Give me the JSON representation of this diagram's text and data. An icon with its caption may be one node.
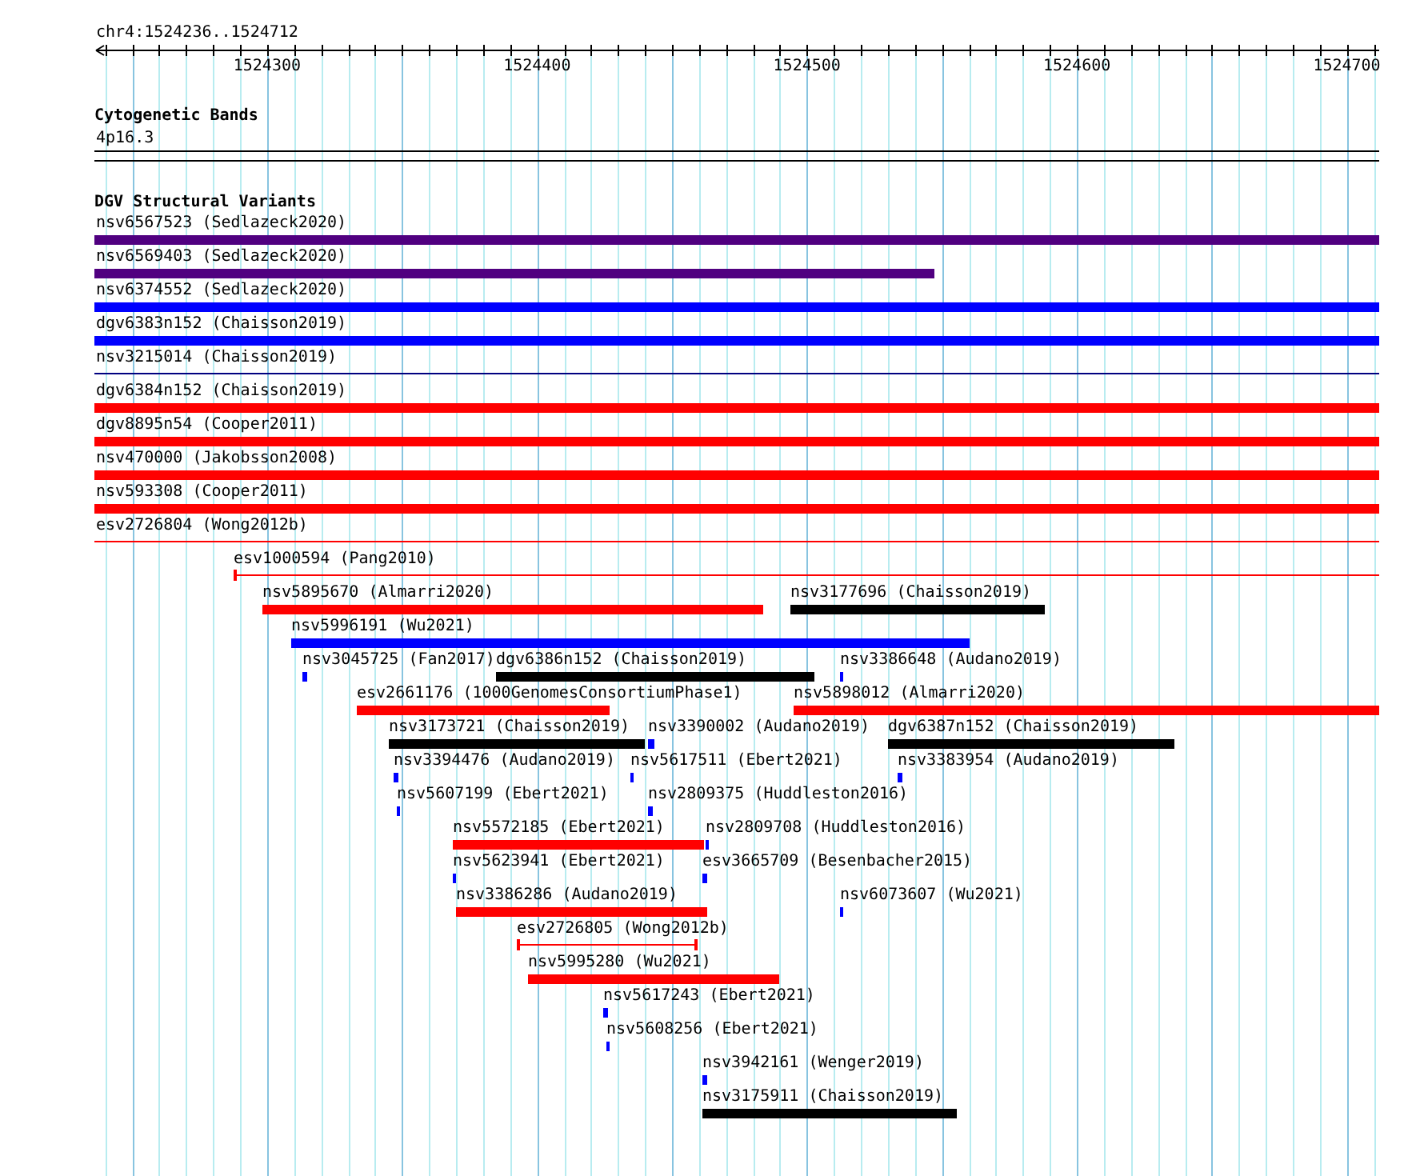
{
  "diagram": {
    "title": "chr4:1524236..1524712",
    "nodes": [
      {
        "text": [
          "nsv6567523 (Sedlazeck2020)"
        ]
      },
      {
        "text": [
          "nsv6569403 (Sedlazeck2020)"
        ]
      },
      {
        "text": [
          "nsv6374552 (Sedlazeck2020)"
        ]
      },
      {
        "text": [
          "dgv6383n152 (Chaisson2019)"
        ]
      },
      {
        "text": [
          "nsv3215014 (Chaisson2019)"
        ]
      },
      {
        "text": [
          "dgv6384n152 (Chaisson2019)"
        ]
      },
      {
        "text": [
          "dgv8895n54 (Cooper2011)"
        ]
      },
      {
        "text": [
          "nsv470000 (Jakobsson2008)"
        ]
      },
      {
        "text": [
          "nsv593308 (Cooper2011)"
        ]
      },
      {
        "text": [
          "esv2726804 (Wong2012b)"
        ]
      },
      {
        "text": [
          "esv1000594 (Pang2010)"
        ]
      },
      {
        "text": [
          "nsv5895670 (Almarri2020)"
        ]
      },
      {
        "text": [
          "nsv3177696 (Chaisson2019)"
        ]
      },
      {
        "text": [
          "nsv5996191 (Wu2021)"
        ]
      },
      {
        "text": [
          "nsv3045725 (Fan2017)"
        ]
      },
      {
        "text": [
          "dgv6386n152 (Chaisson2019)"
        ]
      },
      {
        "text": [
          "nsv3386648 (Audano2019)"
        ]
      },
      {
        "text": [
          "esv2661176 (1000GenomesConsortiumPhase1)"
        ]
      },
      {
        "text": [
          "nsv5898012 (Almarri2020)"
        ]
      },
      {
        "text": [
          "nsv3173721 (Chaisson2019)"
        ]
      },
      {
        "text": [
          "nsv3390002 (Audano2019)"
        ]
      },
      {
        "text": [
          "dgv6387n152 (Chaisson2019)"
        ]
      },
      {
        "text": [
          "nsv3394476 (Audano2019)"
        ]
      },
      {
        "text": [
          "nsv5617511 (Ebert2021)"
        ]
      },
      {
        "text": [
          "nsv3383954 (Audano2019)"
        ]
      },
      {
        "text": [
          "nsv5607199 (Ebert2021)"
        ]
      },
      {
        "text": [
          "nsv2809375 (Huddleston2016)"
        ]
      },
      {
        "text": [
          "nsv5572185 (Ebert2021)"
        ]
      },
      {
        "text": [
          "nsv2809708 (Huddleston2016)"
        ]
      },
      {
        "text": [
          "nsv5623941 (Ebert2021)"
        ]
      },
      {
        "text": [
          "esv3665709 (Besenbacher2015)"
        ]
      },
      {
        "text": [
          "nsv3386286 (Audano2019)"
        ]
      },
      {
        "text": [
          "nsv6073607 (Wu2021)"
        ]
      },
      {
        "text": [
          "esv2726805 (Wong2012b)"
        ]
      },
      {
        "text": [
          "nsv5995280 (Wu2021)"
        ]
      },
      {
        "text": [
          "nsv5617243 (Ebert2021)"
        ]
      },
      {
        "text": [
          "nsv5608256 (Ebert2021)"
        ]
      },
      {
        "text": [
          "nsv3942161 (Wenger2019)"
        ]
      },
      {
        "text": [
          "nsv3175911 (Chaisson2019)"
        ]
      }
    ],
    "labels": [
      "1524300",
      "1524400",
      "1524500",
      "1524600",
      "1524700",
      "Cytogenetic Bands",
      "4p16.3",
      "DGV Structural Variants"
    ]
  }
}
